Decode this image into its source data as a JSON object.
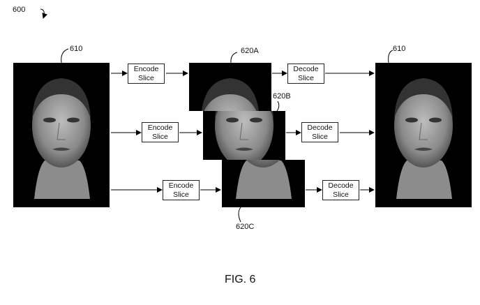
{
  "figure_number": "600",
  "caption": "FIG. 6",
  "labels": {
    "source": "610",
    "slice_a": "620A",
    "slice_b": "620B",
    "slice_c": "620C",
    "output": "610"
  },
  "encode": {
    "line1": "Encode",
    "line2": "Slice"
  },
  "decode": {
    "line1": "Decode",
    "line2": "Slice"
  }
}
